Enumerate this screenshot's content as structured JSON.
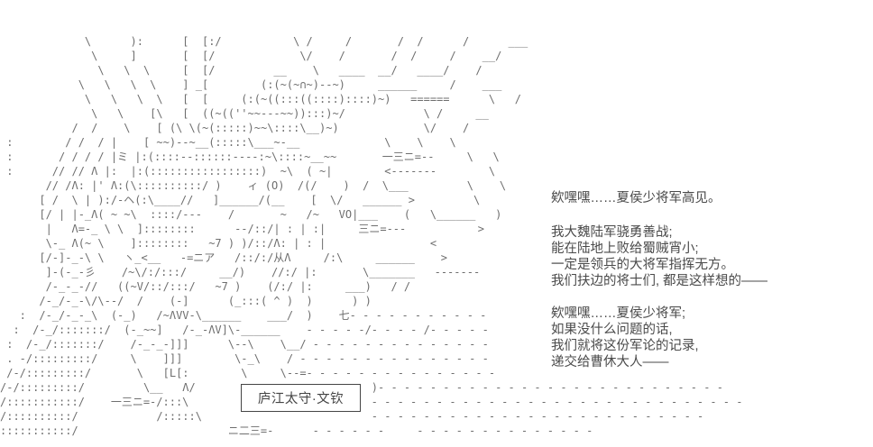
{
  "colors": {
    "background": "#ffffff",
    "aa_ink": "#6e6e6e",
    "text_ink": "#4a4a4a",
    "box_ink": "#454545"
  },
  "character_label": {
    "text": "庐江太守·文钦"
  },
  "dialogue": {
    "block1": {
      "lines": [
        "欸嘿嘿……夏侯少将军高见。"
      ]
    },
    "block2": {
      "lines": [
        "我大魏陆军骁勇善战;",
        "能在陆地上败给蜀贼宵小;",
        "一定是领兵的大将军指挥无方。",
        "我们扶边的将士们, 都是这样想的——"
      ]
    },
    "block3": {
      "lines": [
        "欸嘿嘿……夏侯少将军;",
        "如果没什么问题的话,",
        "我们就将这份军论的记录,",
        "递交给曹休大人——"
      ]
    }
  },
  "ascii_art": {
    "lines": [
      "",
      "",
      "             \\      ):      [  [:/           \\ /     /       /  /      /      ___",
      "              \\     ]       [  [/             \\/    /       /  /     /    __/",
      "               \\   \\  \\     [  [/         __    \\   ____  __/   ____/    /",
      "            \\   \\   \\  \\    ] _[        (:(~(~∩~)--~)     ______     /    ___",
      "             \\   \\   \\  \\   [  [     (:(~((:::((::::)::::)~)   ======      \\   /",
      "              \\   \\    [\\   [  ((~((''~~---~~)):::)~/            \\ /     __",
      "           /  /    \\    [ (\\ \\(~(:::::)~~\\::::\\__)~)             \\/    /",
      " :        / /  / |    [ ~~)--~__(:::::\\___~-__             \\    \\    \\",
      " :       / / / / |ミ |:(::::--::::::----:~\\::::~__~~       一三ニ=--     \\   \\",
      " :      // // Λ |:  |:(:::::::::::::::::)  ~\\  ( ~|        <-------        \\",
      "       // /Λ: |' Λ:(\\::::::::::/ )    ィ (O)  /(/    )  /  \\___         \\    \\",
      "      [ /  \\ | ):/-ヘ(:\\____//   ]______/(__    [  \\/   ______ >         \\",
      "      [/ | |-_Λ( ~ ~\\  ::::/---    /       ~   /~   VO|___    (   \\______   )",
      "       |   Λ=-_ \\ \\  ]::::::::      --/::/| : | :|     三ニ=---           >",
      "       \\-_ Λ(~ \\    ]::::::::   ~7 ) )/::/Λ: | : |                <",
      "      [/-]-_-\\ \\   ヽ_<__   -=ニア   /::/:/从Λ     /:\\     ______    >",
      "       ]-(-_-彡    /~\\/:/:::/     __/)    //:/ |:       \\_______   -------",
      "       /-_-_-//   ((~V/::/:::/   ~7 )    (/:/ |:     ___)   / /",
      "      /-_/-_-\\/\\--/  /    (-]      (_:::( ^ )  )      ) )",
      "   :  /-_/-_-_\\  (-_)   /~ΛVV-\\______    ___/  )    七- - - - - - - - - - -",
      "  :  /-_/:::::::/  (-_~~]   /-_-ΛV]\\-______    - - - - -/- - - - /- - - - -",
      " :  /-_/:::::::/    /-_-_-]]]      \\--\\    \\__/ - - - - - - - - - - - - - -",
      " . -/:::::::::/     \\    ]]]        \\-_\\    / - - - - - - - - - - - - - - -",
      " /-/:::::::::/       \\   [L[:        \\     \\--=- - - - - - - - - - - - - - -",
      "/-/:::::::::/         \\__   Λ/                           )- - - - - - - - - - - - - - - - - - - - - - - - - - -",
      "/:::::::::::/    一三ニ=-/:::\\                            - - - - - - - - - - - - - - - - - - - - - - - - - - - - -",
      "/::::::::::/            /:::::\\                          - - - - - - - - - - - - - - - - - - - - - - - - - -",
      ":::::::::::/                       ニ二三=-      - - - - - -     - - - - - - - - - - - - - -"
    ]
  }
}
